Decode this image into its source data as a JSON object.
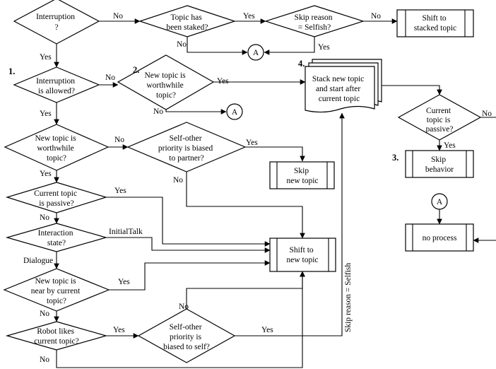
{
  "decisions": {
    "interruption": [
      "Interruption",
      "?"
    ],
    "topic_staked": [
      "Topic has",
      "been staked?"
    ],
    "skip_reason_selfish": [
      "Skip reason",
      "= Selfish?"
    ],
    "interruption_allowed": [
      "Interruption",
      "is allowed?"
    ],
    "worthwhile_top": [
      "New topic is",
      "worthwhile",
      "topic?"
    ],
    "worthwhile_left": [
      "New topic is",
      "worthwhile",
      "topic?"
    ],
    "priority_partner": [
      "Self-other",
      "priority is biased",
      "to partner?"
    ],
    "current_passive_left": [
      "Current topic",
      "is passive?"
    ],
    "interaction_state": [
      "Interaction",
      "state?"
    ],
    "near_current": [
      "New topic is",
      "near by current",
      "topic?"
    ],
    "robot_likes": [
      "Robot likes",
      "current topic?"
    ],
    "priority_self": [
      "Self-other",
      "priority is",
      "biased to self?"
    ],
    "current_passive_right": [
      "Current",
      "topic is",
      "passive?"
    ]
  },
  "processes": {
    "shift_stacked": [
      "Shift to",
      "stacked topic"
    ],
    "skip_new": [
      "Skip",
      "new topic"
    ],
    "shift_new": [
      "Shift to",
      "new topic"
    ],
    "skip_behavior": [
      "Skip",
      "behavior"
    ],
    "no_process": [
      "no process"
    ]
  },
  "documents": {
    "stack_new": [
      "Stack new topic",
      "and start after",
      "current topic"
    ]
  },
  "connectors": {
    "a1": "A",
    "a2": "A",
    "a3": "A"
  },
  "step_numbers": {
    "n1": "1.",
    "n2": "2.",
    "n3": "3.",
    "n4": "4."
  },
  "edge_labels": {
    "yes": "Yes",
    "no": "No",
    "initial_talk": "InitialTalk",
    "dialogue": "Dialogue",
    "skip_reason_selfish": "Skip reason = Selfish"
  }
}
